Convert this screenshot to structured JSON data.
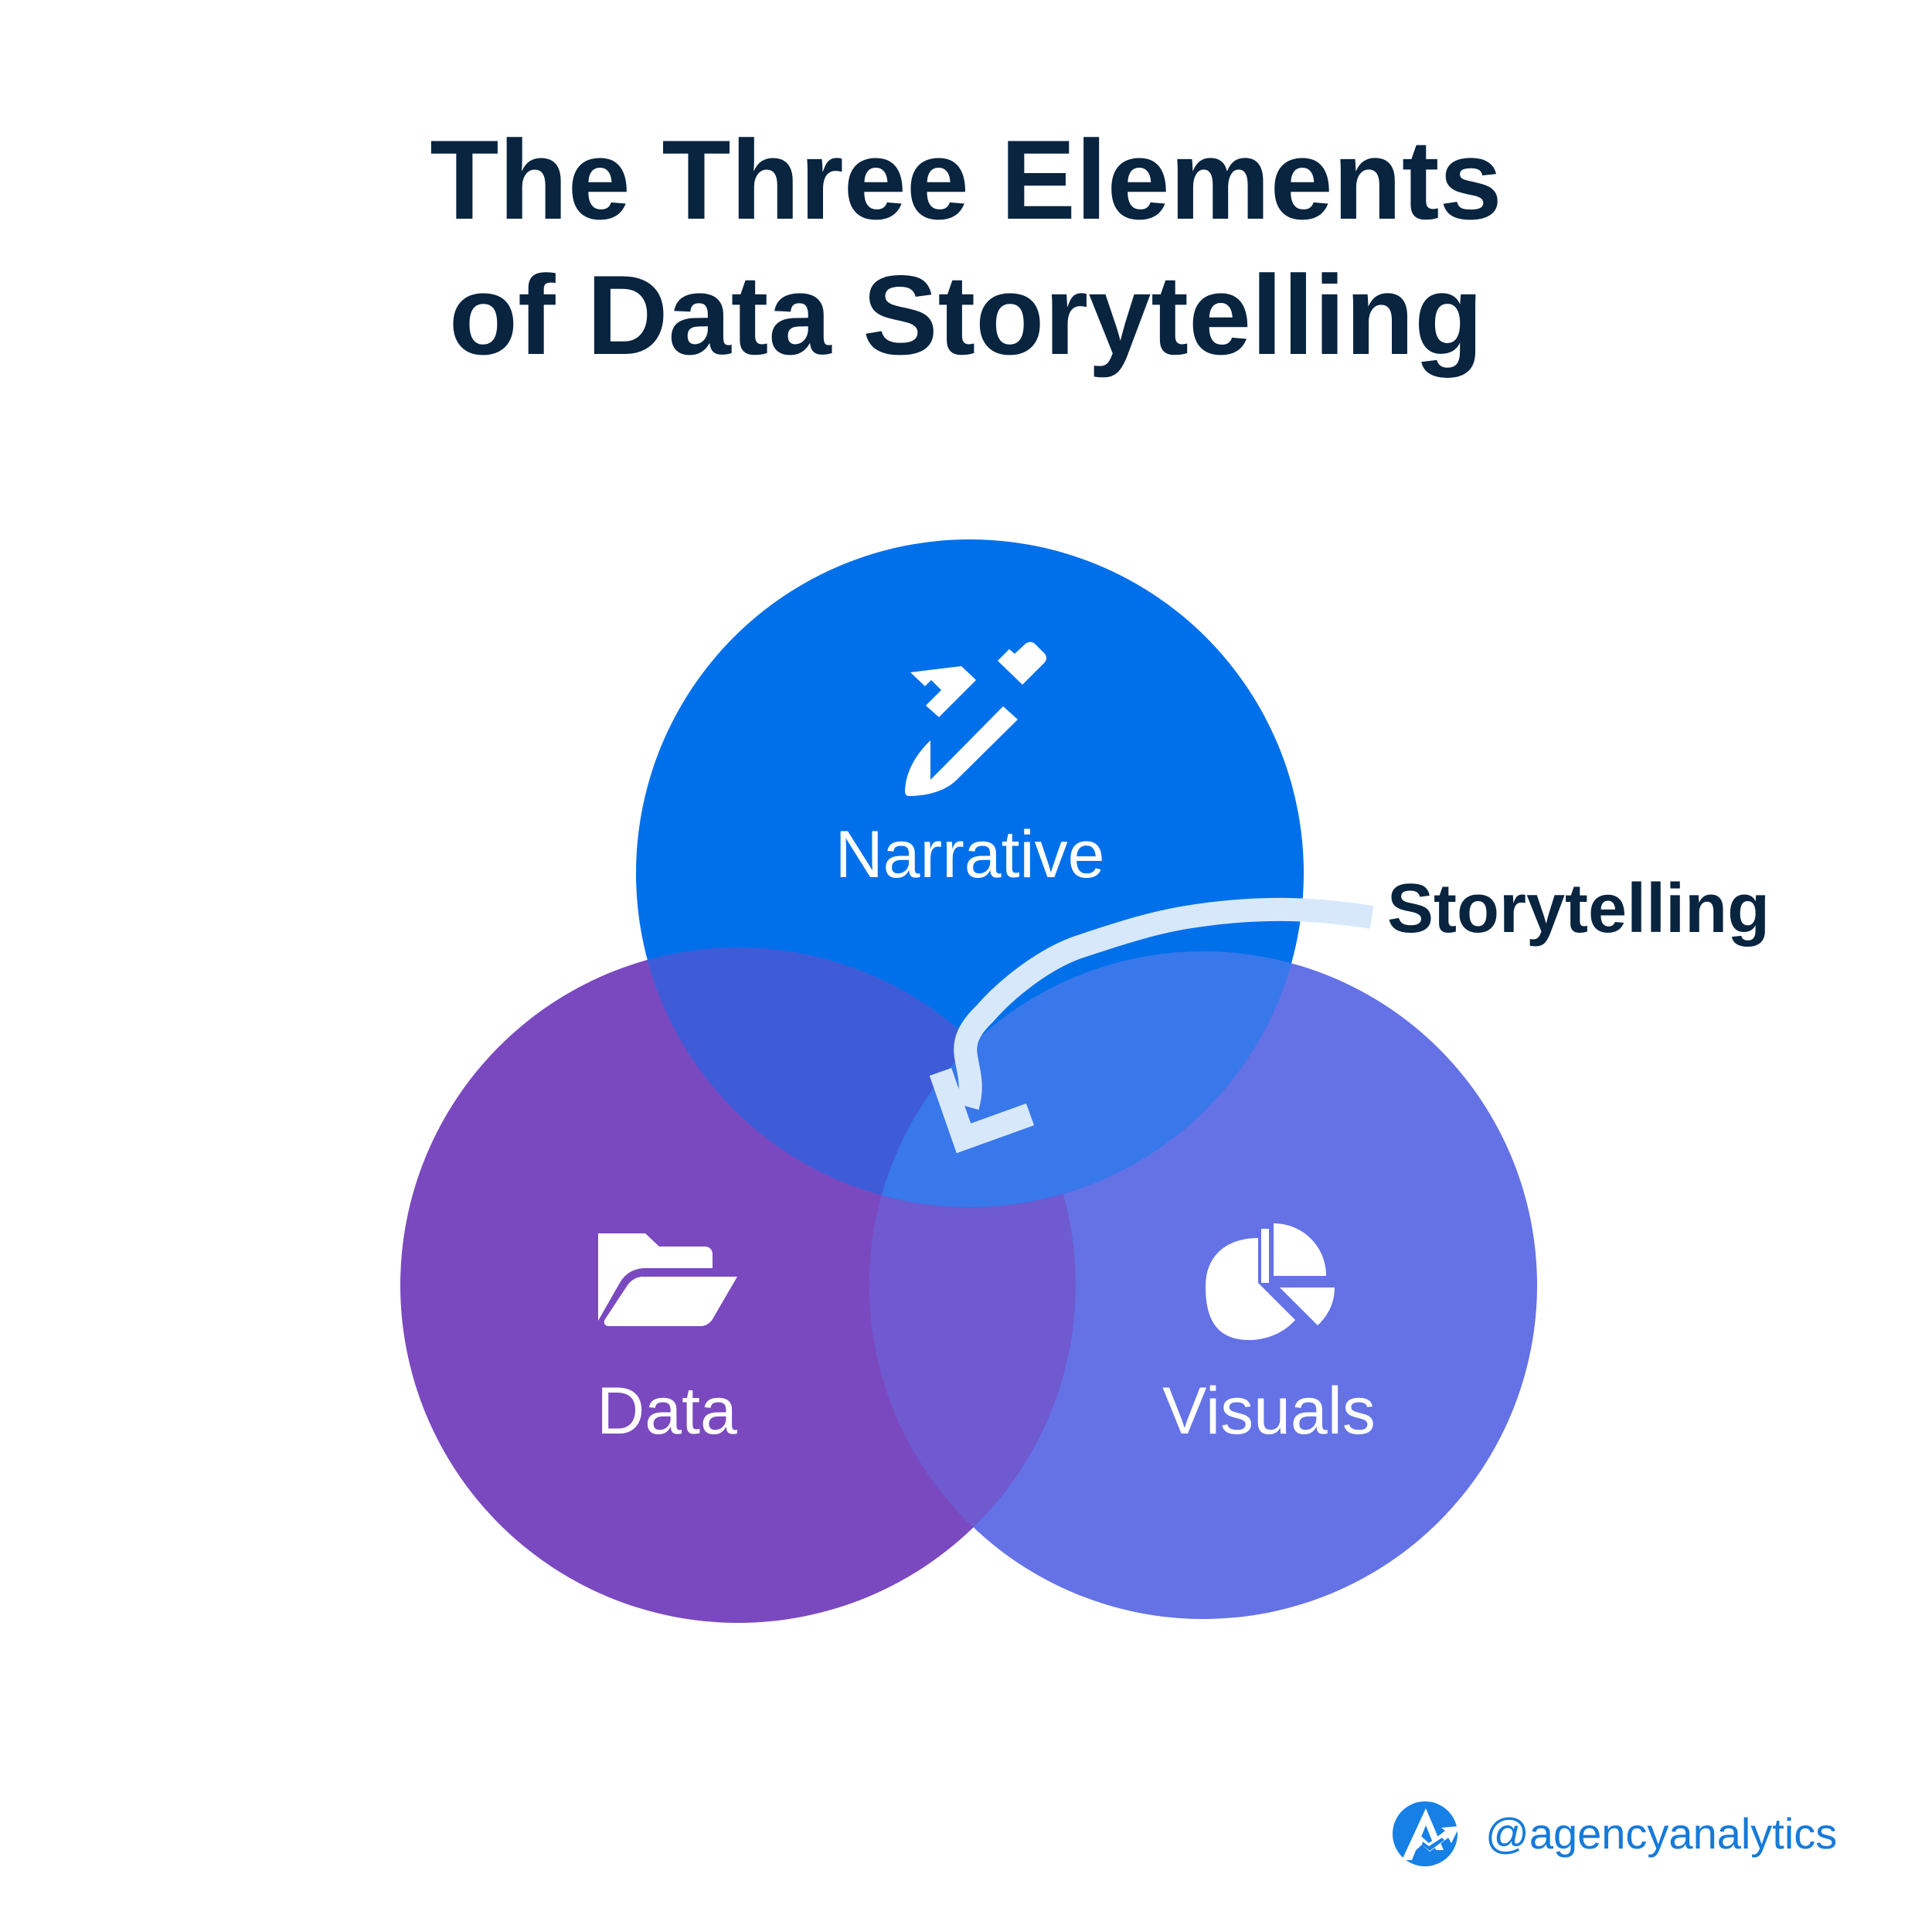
{
  "title": {
    "line1": "The Three Elements",
    "line2": "of Data Storytelling"
  },
  "diagram": {
    "circles": [
      {
        "label": "Narrative",
        "icon": "pen-icon",
        "color": "#0070ea"
      },
      {
        "label": "Data",
        "icon": "folder-open-icon",
        "color": "#7a49c0"
      },
      {
        "label": "Visuals",
        "icon": "pie-chart-icon",
        "color": "#6472e6"
      }
    ],
    "annotation": {
      "label": "Storytelling",
      "arrow_color": "#d7e8fb"
    }
  },
  "brand": {
    "handle": "@agencyanalytics",
    "logo_icon": "agencyanalytics-logo-icon",
    "color": "#167ad9"
  },
  "colors": {
    "title": "#08243f",
    "annotation_text": "#08243f",
    "white": "#ffffff"
  }
}
